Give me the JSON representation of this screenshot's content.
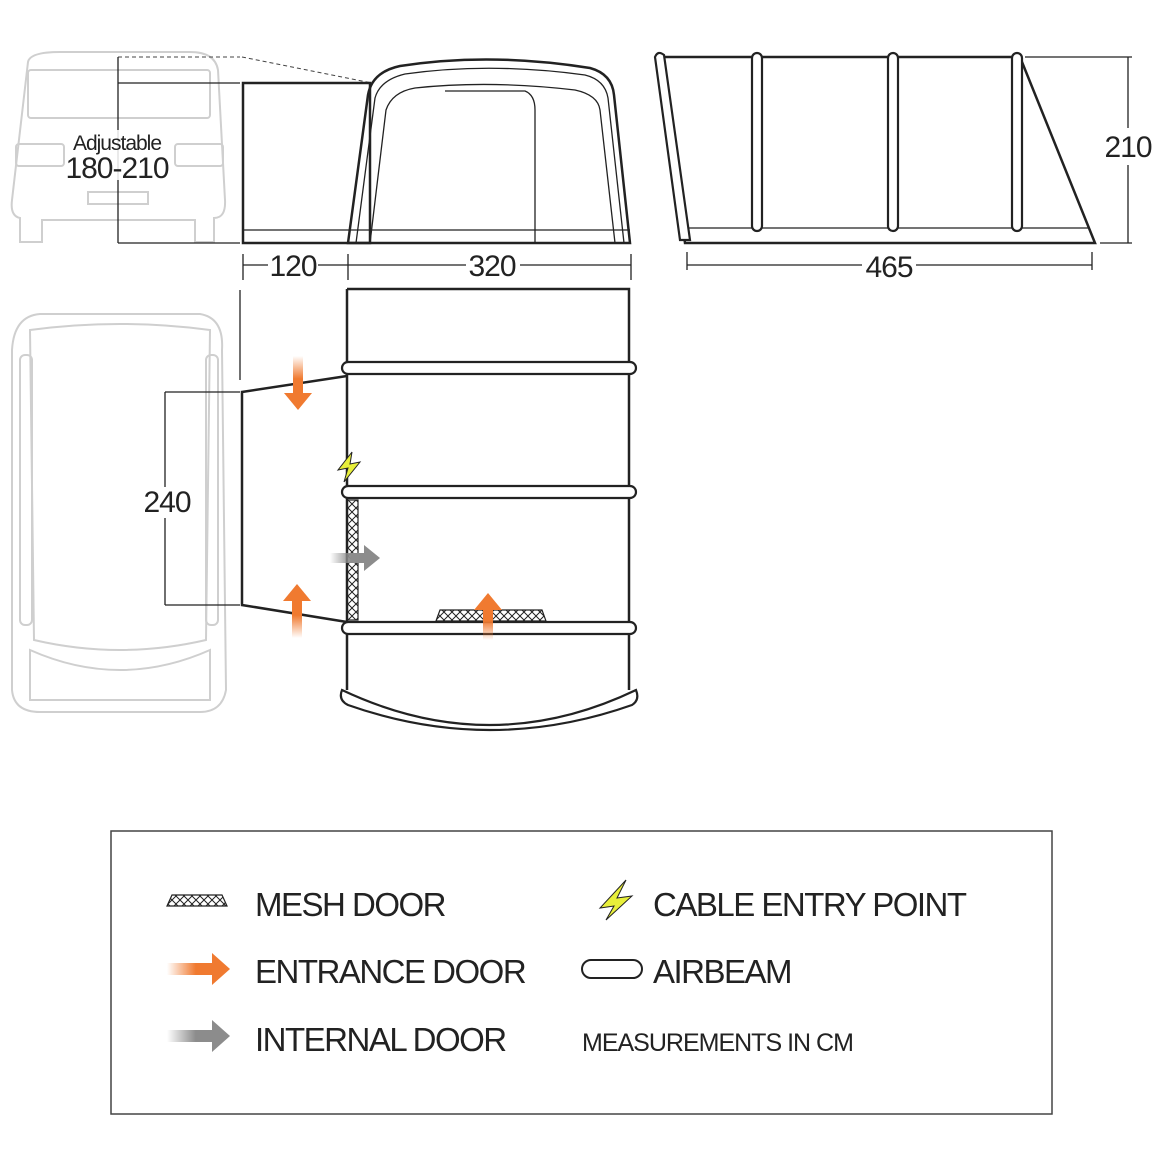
{
  "dimensions": {
    "adjustable_label": "Adjustable",
    "adjustable_range": "180-210",
    "front_depth": "120",
    "main_depth": "320",
    "total_length": "465",
    "height": "210",
    "width": "240"
  },
  "legend": {
    "mesh_door": "MESH DOOR",
    "entrance_door": "ENTRANCE DOOR",
    "internal_door": "INTERNAL DOOR",
    "cable_entry_point": "CABLE ENTRY POINT",
    "airbeam": "AIRBEAM",
    "measurements_note": "MEASUREMENTS IN CM"
  },
  "colors": {
    "entrance_door": "#f07a30",
    "internal_door": "#8c8c8c",
    "cable_entry": "#e8ef3a",
    "vehicle_outline": "#cfcfcf"
  }
}
